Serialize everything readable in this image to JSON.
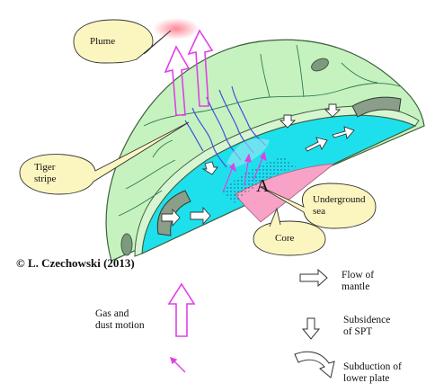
{
  "labels": {
    "plume": "Plume",
    "tiger_stripe": "Tiger\nstripe",
    "underground_sea": "Underground\nsea",
    "core": "Core",
    "point_a": "A"
  },
  "copyright": "© L. Czechowski (2013)",
  "legend": {
    "flow_of_mantle": "Flow of\nmantle",
    "subsidence_of_spt": "Subsidence\nof SPT",
    "subduction_of_lower_plate": "Subduction of\nlower plate",
    "gas_and_dust_motion": "Gas and\ndust motion"
  },
  "colors": {
    "crust": "#c6f2c0",
    "mantle": "#1ee0ec",
    "core": "#f7a2c6",
    "bubble": "#fbf5c0",
    "stripe": "#3c54dc",
    "plume": "#e040e8",
    "glow": "#ff9aa8"
  }
}
